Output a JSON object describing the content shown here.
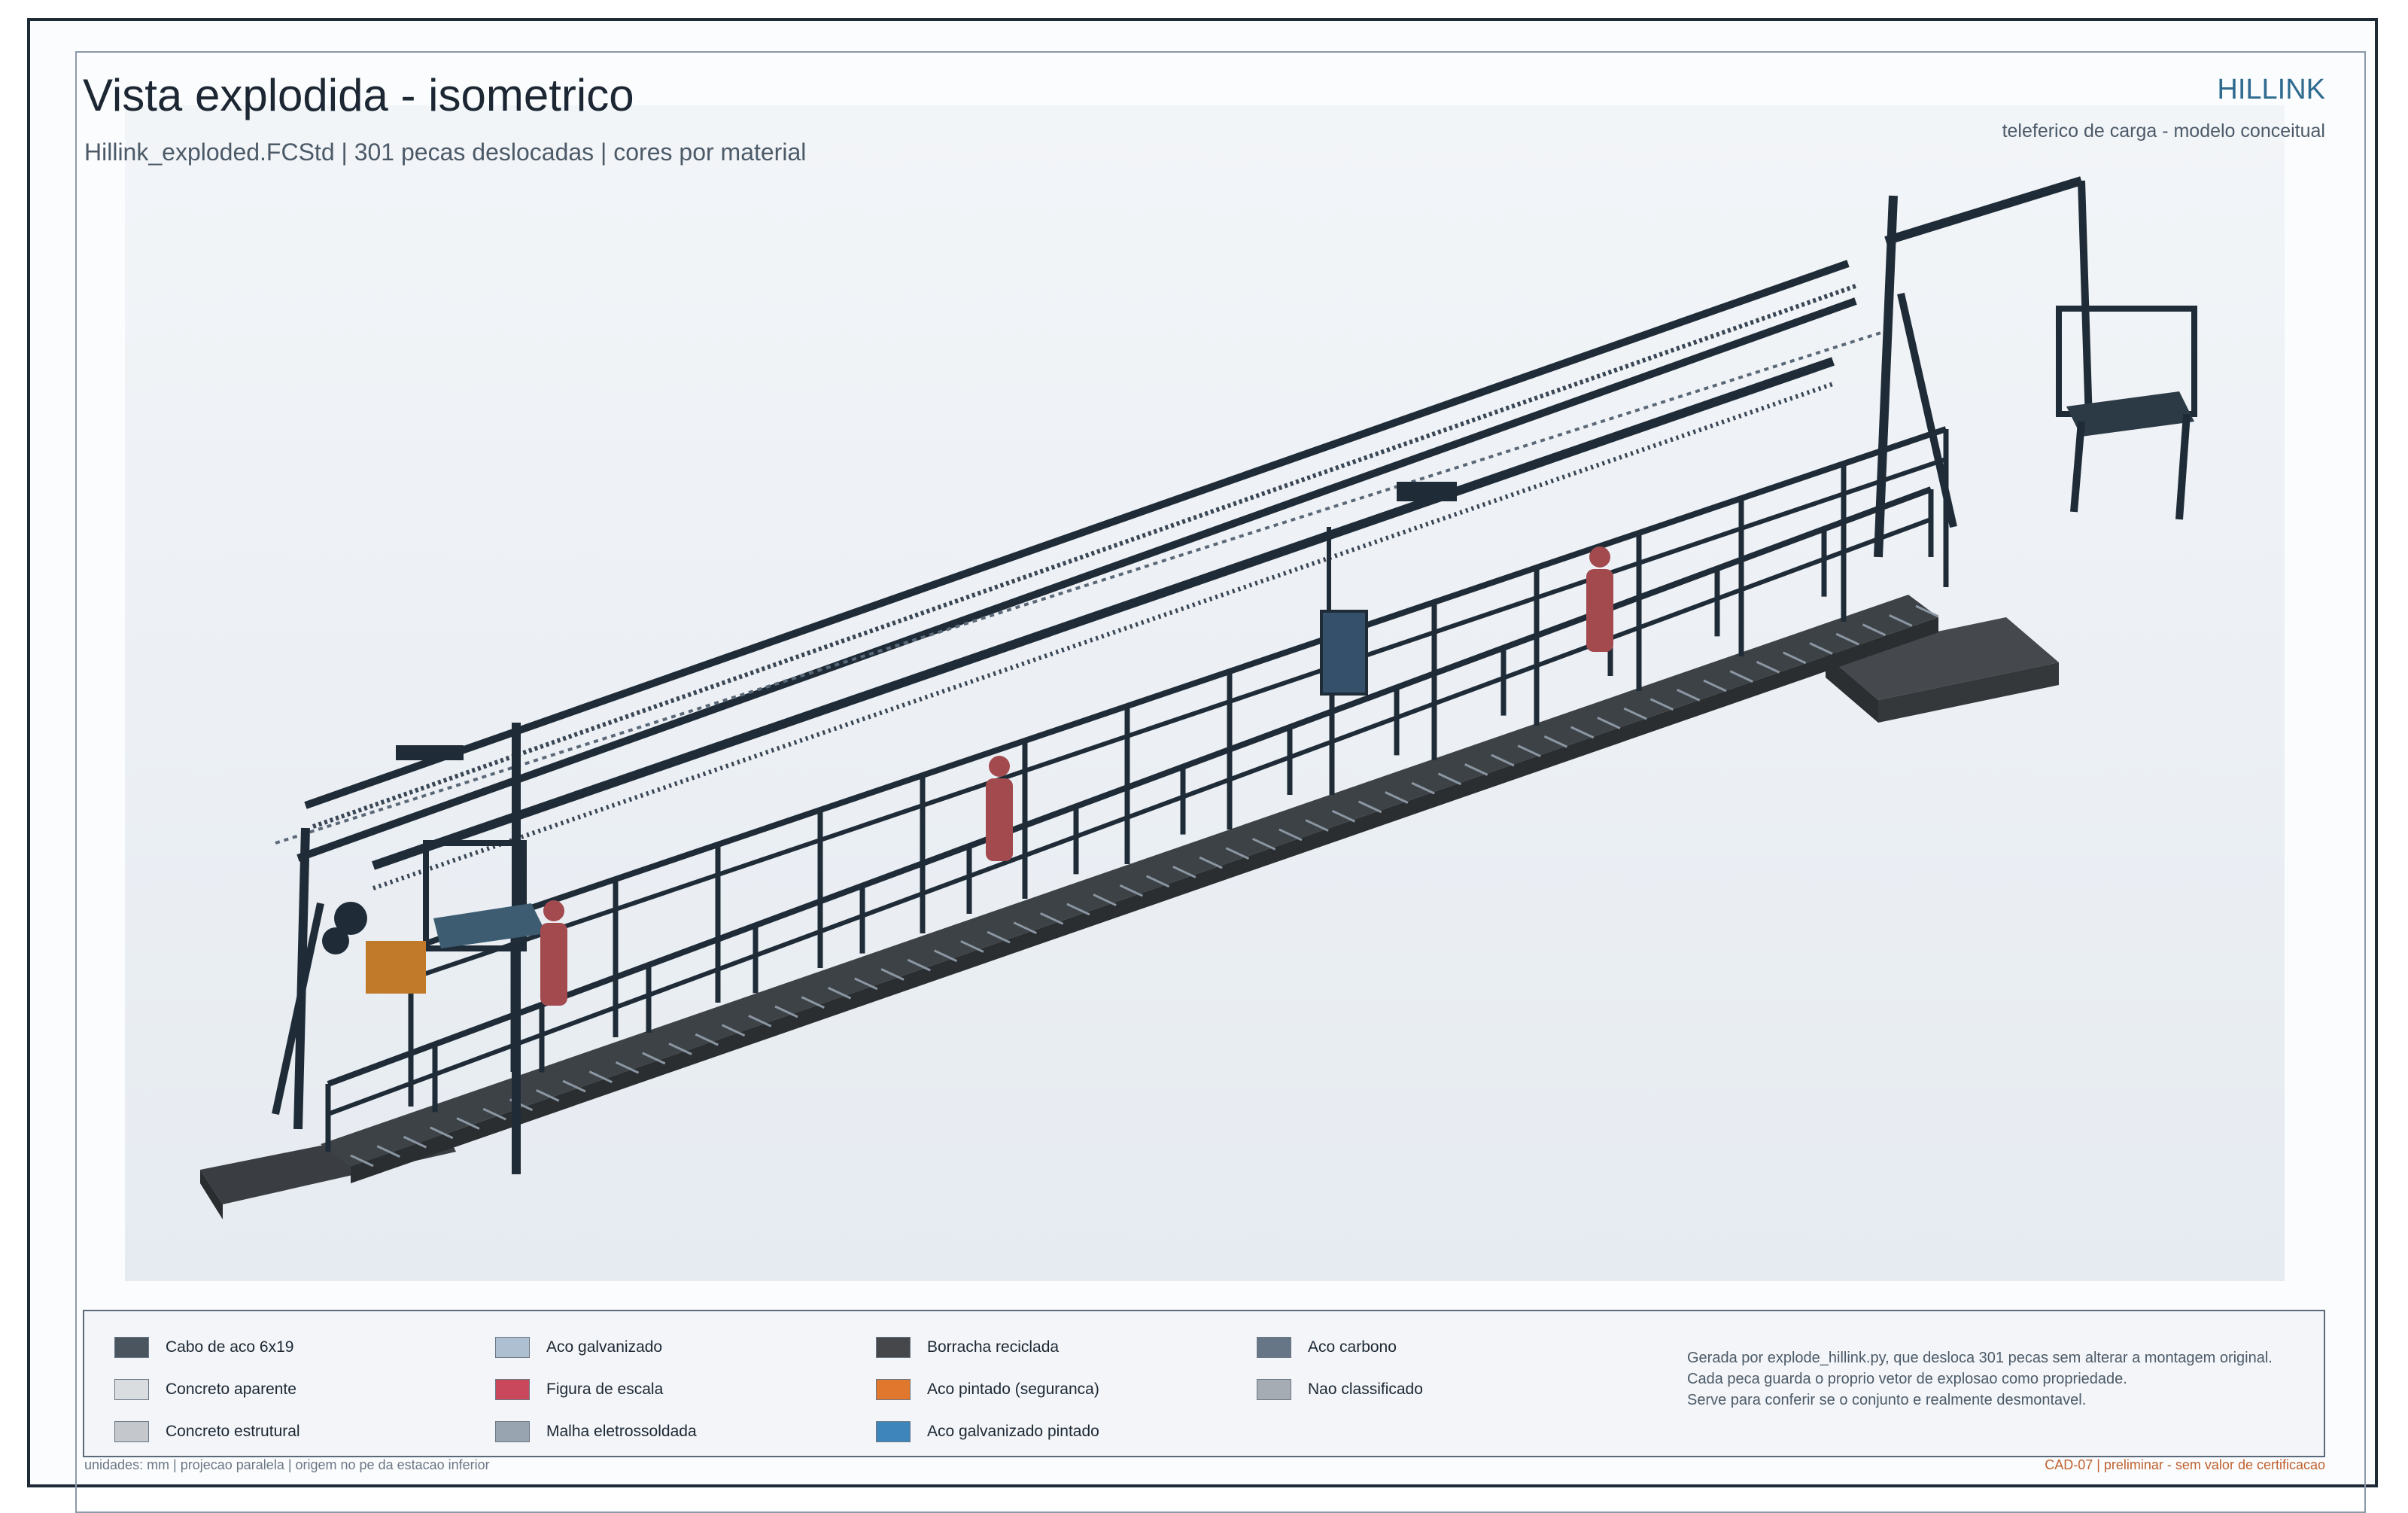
{
  "header": {
    "title": "Vista explodida - isometrico",
    "subtitle": "Hillink_exploded.FCStd | 301 pecas deslocadas | cores por material",
    "brand": "HILLINK",
    "brand_sub": "teleferico de carga - modelo conceitual"
  },
  "legend": {
    "items": [
      {
        "label": "Cabo de aco 6x19",
        "color": "#4a5560"
      },
      {
        "label": "Concreto aparente",
        "color": "#dadde0"
      },
      {
        "label": "Concreto estrutural",
        "color": "#c4c8cc"
      },
      {
        "label": "Aco galvanizado",
        "color": "#aebfd2"
      },
      {
        "label": "Figura de escala",
        "color": "#c9485b"
      },
      {
        "label": "Malha eletrossoldada",
        "color": "#98a5b1"
      },
      {
        "label": "Borracha reciclada",
        "color": "#45474b"
      },
      {
        "label": "Aco pintado (seguranca)",
        "color": "#e0772c"
      },
      {
        "label": "Aco galvanizado pintado",
        "color": "#3d85bb"
      },
      {
        "label": "Aco carbono",
        "color": "#677686"
      },
      {
        "label": "Nao classificado",
        "color": "#a5acb4"
      }
    ],
    "note": [
      "Gerada por explode_hillink.py, que desloca 301 pecas sem alterar a montagem original.",
      "Cada peca guarda o proprio vetor de explosao como propriedade.",
      "Serve para conferir se o conjunto e realmente desmontavel."
    ]
  },
  "footer": {
    "left": "unidades: mm  |  projecao paralela  |  origem no pe da estacao inferior",
    "right": "CAD-07  |  preliminar - sem valor de certificacao"
  },
  "colors": {
    "structure": "#1f2c38",
    "slab": "#3c4044",
    "figure": "#a24a4e",
    "accent_orange": "#c07a2a"
  },
  "icons": [
    "exploded-model-illustration"
  ]
}
